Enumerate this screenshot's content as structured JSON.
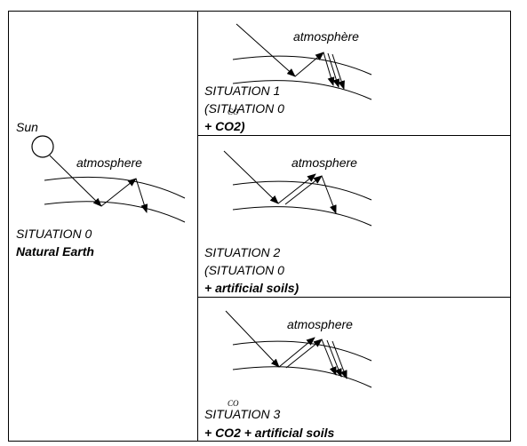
{
  "panel0": {
    "sun_label": "Sun",
    "atmosphere_label": "atmosphere",
    "title": "SITUATION 0",
    "subtitle": "Natural Earth"
  },
  "panel1": {
    "atmosphere_label": "atmosphère",
    "title": "SITUATION 1",
    "line2": "(SITUATION 0",
    "line3": "+ CO2)",
    "co2_tag": "CO"
  },
  "panel2": {
    "atmosphere_label": "atmosphere",
    "title": "SITUATION 2",
    "line2": "(SITUATION 0",
    "line3": "+ artificial soils)"
  },
  "panel3": {
    "atmosphere_label": "atmosphere",
    "title": "SITUATION 3",
    "line2": "+ CO2 + artificial soils",
    "co2_tag": "CO"
  },
  "colors": {
    "stroke": "#000000",
    "background": "#ffffff"
  }
}
